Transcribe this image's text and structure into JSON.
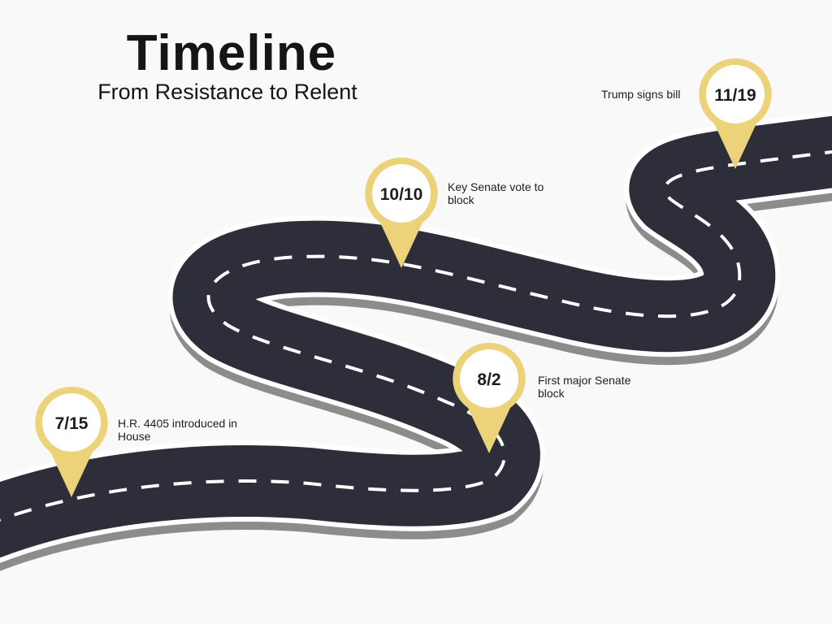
{
  "header": {
    "title": "Timeline",
    "subtitle": "From Resistance to Relent"
  },
  "colors": {
    "background": "#f8f9f8",
    "road": "#2e2d3a",
    "road_side": "#8a8a8a",
    "road_edge": "#ffffff",
    "lane_marking": "#ffffff",
    "pin": "#ecd278",
    "pin_inner": "#ffffff"
  },
  "milestones": [
    {
      "date": "7/15",
      "event": "H.R. 4405 introduced in House",
      "icon": "map-pin-icon"
    },
    {
      "date": "8/2",
      "event": "First major Senate block",
      "icon": "map-pin-icon"
    },
    {
      "date": "10/10",
      "event": "Key Senate vote to block",
      "icon": "map-pin-icon"
    },
    {
      "date": "11/19",
      "event": "Trump signs bill",
      "icon": "map-pin-icon"
    }
  ]
}
